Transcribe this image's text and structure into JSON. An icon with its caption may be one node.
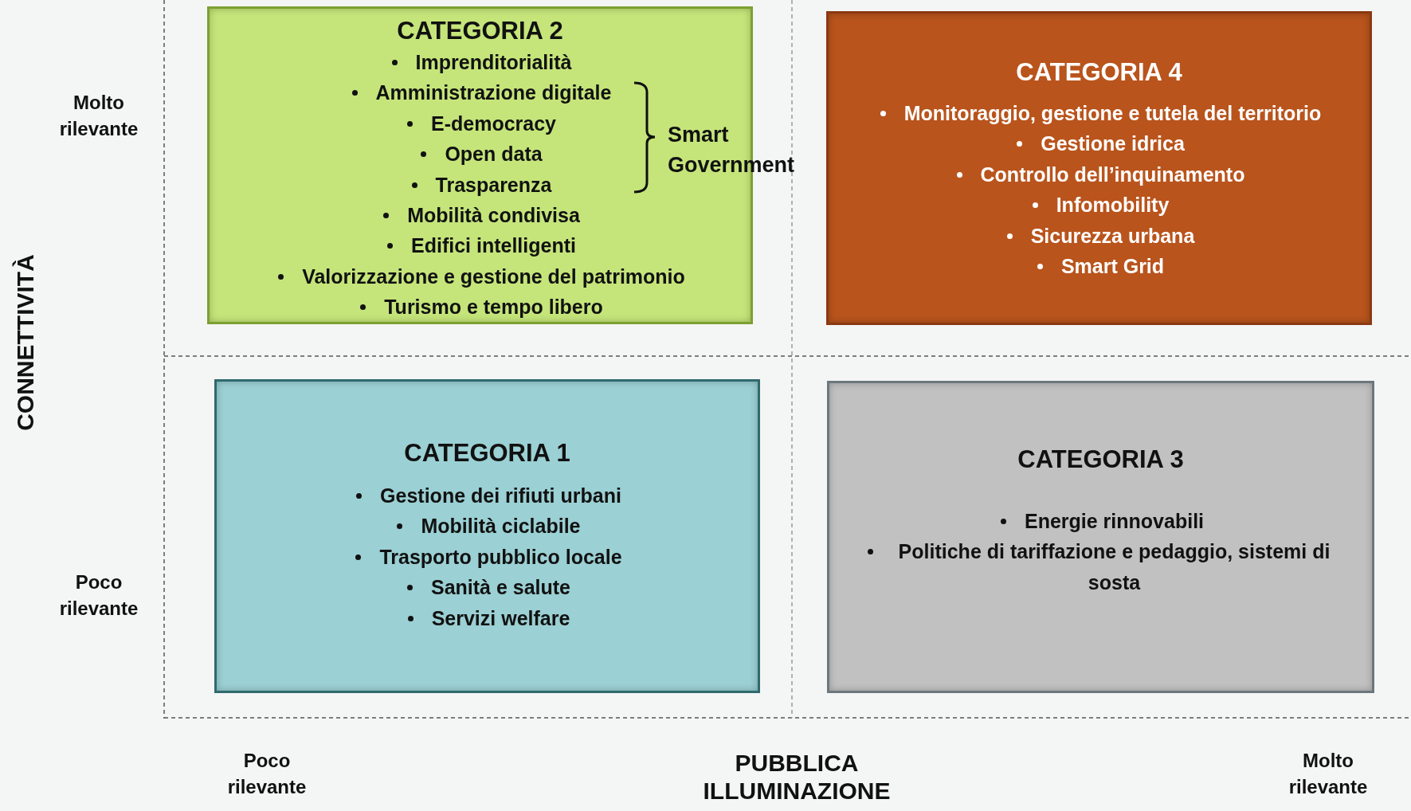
{
  "diagram": {
    "nodes": [
      {
        "text": [
          "CATEGORIA 2",
          "Imprenditorialità",
          "Amministrazione digitale",
          "E-democracy",
          "Open data",
          "Trasparenza",
          "Mobilità condivisa",
          "Edifici intelligenti",
          "Valorizzazione e gestione del patrimonio",
          "Turismo e tempo libero"
        ]
      },
      {
        "text": [
          "CATEGORIA 4",
          "Monitoraggio, gestione e tutela del territorio",
          "Gestione idrica",
          "Controllo dell’inquinamento",
          "Infomobility",
          "Sicurezza urbana",
          "Smart Grid"
        ]
      },
      {
        "text": [
          "CATEGORIA 1",
          "Gestione dei rifiuti urbani",
          "Mobilità ciclabile",
          "Trasporto pubblico locale",
          "Sanità e salute",
          "Servizi welfare"
        ]
      },
      {
        "text": [
          "CATEGORIA 3",
          "Energie rinnovabili",
          "Politiche di tariffazione e pedaggio, sistemi di sosta"
        ]
      }
    ],
    "labels": [
      "Molto rilevante",
      "Smart Government",
      "CONNETTIVITÀ",
      "Poco rilevante",
      "Poco rilevante",
      "PUBBLICA ILLUMINAZIONE",
      "Molto rilevante"
    ]
  }
}
